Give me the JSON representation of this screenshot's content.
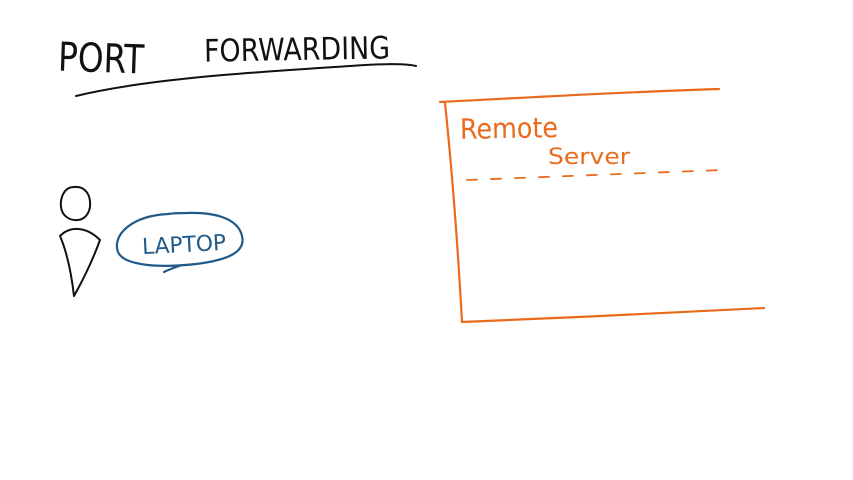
{
  "title": {
    "word1": "PORT",
    "word2": "FORWARDING"
  },
  "laptop": {
    "label": "LAPTOP"
  },
  "server": {
    "line1": "Remote",
    "line2": "Server"
  },
  "colors": {
    "ink": "#111111",
    "laptop": "#1f5a8a",
    "server": "#ea6a1c"
  }
}
